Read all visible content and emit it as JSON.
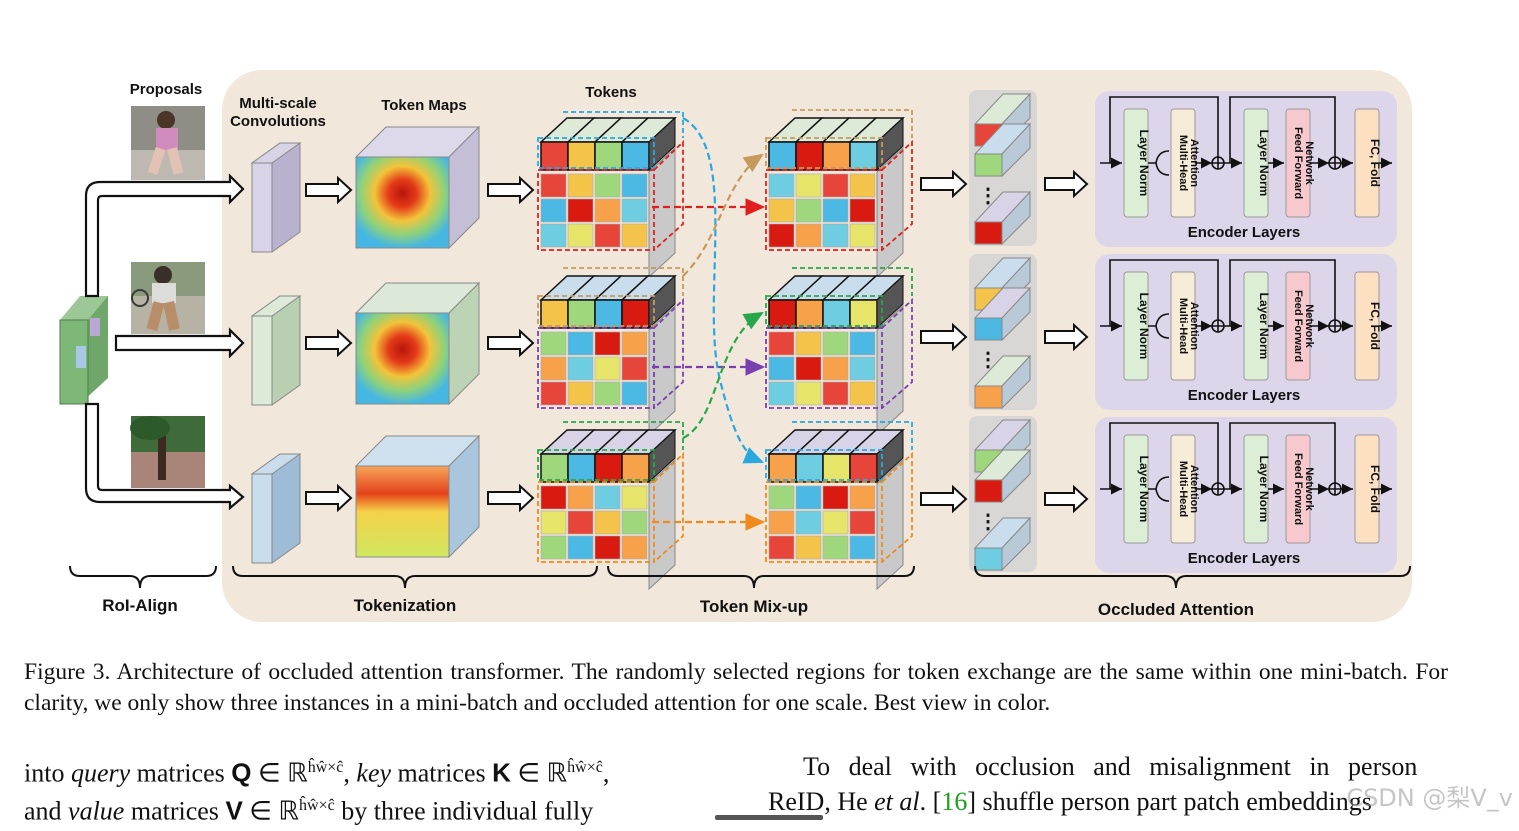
{
  "figure": {
    "labels": {
      "proposals": "Proposals",
      "multiscale_line1": "Multi-scale",
      "multiscale_line2": "Convolutions",
      "token_maps": "Token Maps",
      "tokens": "Tokens",
      "layer_norm": "Layer Norm",
      "mha_line1": "Multi-Head",
      "mha_line2": "Attention",
      "ffn_line1": "Feed Forward",
      "ffn_line2": "Network",
      "fc_fold": "FC, Fold",
      "encoder_layers": "Encoder Layers",
      "roi_align": "RoI-Align",
      "tokenization": "Tokenization",
      "token_mixup": "Token Mix-up",
      "occluded_attention": "Occluded Attention"
    },
    "colors": {
      "panel_bg": "#f1e8db",
      "encoder_bg": "#ddd6ea",
      "slab_colors": [
        "#d8d3e6",
        "#dcead7",
        "#c9dded"
      ],
      "red_dashed": "#e0201e",
      "purple_dashed": "#7a3fb0",
      "orange_dashed": "#f08a1e",
      "blue_dashed": "#29a8e0",
      "green_dashed": "#26a84a",
      "tan_dashed": "#c69a5c",
      "layer_norm_fill": "#dcefd6",
      "mha_fill": "#f6ecd8",
      "ffn_fill": "#f7c9cf",
      "fc_fill": "#fde0c2"
    }
  },
  "caption": {
    "text": "Figure 3.  Architecture of occluded attention transformer.  The randomly selected regions for token exchange are the same within one mini-batch. For clarity, we only show three instances in a mini-batch and occluded attention for one scale. Best view in color."
  },
  "body_left": {
    "line1_a": "into ",
    "line1_query": "query",
    "line1_b": " matrices ",
    "Q": "Q",
    "line1_c": " ∈ ℝ",
    "sup1": "ĥŵ×ĉ",
    "line1_d": ", ",
    "line1_key": "key",
    "line1_e": " matrices ",
    "K": "K",
    "line1_f": " ∈ ℝ",
    "sup2": "ĥŵ×ĉ",
    "line1_g": ",",
    "line2_a": "and ",
    "line2_value": "value",
    "line2_b": " matrices ",
    "V": "V",
    "line2_c": " ∈ ℝ",
    "sup3": "ĥŵ×ĉ",
    "line2_d": " by three individual fully"
  },
  "body_right": {
    "line1": "To deal with occlusion and misalignment in person",
    "line2_a": "ReID, He ",
    "line2_etal": "et al",
    "line2_b": ". [",
    "ref": "16",
    "line2_c": "] shuffle person part patch embeddings"
  },
  "watermark": "CSDN @梨V_v"
}
